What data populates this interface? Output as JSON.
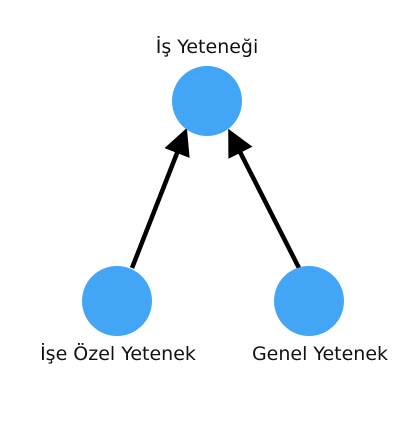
{
  "diagram": {
    "node_color": "#42a5f5",
    "edge_color": "#000000",
    "nodes": {
      "top": {
        "label": "İş Yeteneği"
      },
      "left": {
        "label": "İşe Özel Yetenek"
      },
      "right": {
        "label": "Genel Yetenek"
      }
    },
    "edges": [
      {
        "from": "İşe Özel Yetenek",
        "to": "İş Yeteneği"
      },
      {
        "from": "Genel Yetenek",
        "to": "İş Yeteneği"
      }
    ]
  }
}
